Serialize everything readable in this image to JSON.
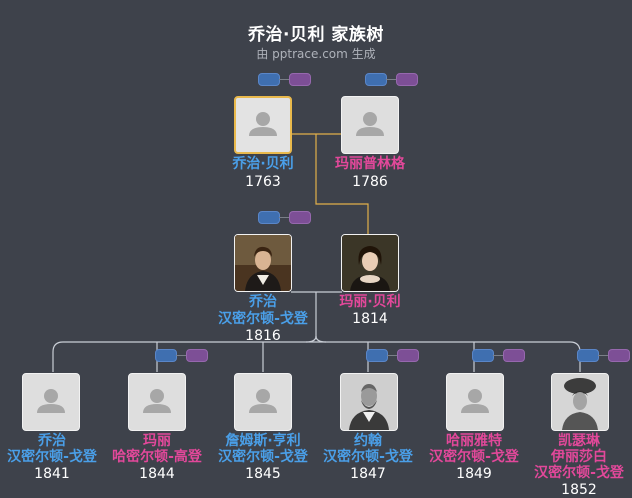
{
  "header": {
    "title": "乔治·贝利 家族树",
    "subtitle": "由 pptrace.com 生成"
  },
  "colors": {
    "background": "#3e424b",
    "male_name": "#4a9fe8",
    "female_name": "#e2489a",
    "selected_border": "#e9b94c",
    "link_line": "#c9ced6"
  },
  "people": {
    "george_bailey_1763": {
      "name": [
        "乔治·贝利"
      ],
      "year": "1763",
      "gender": "male",
      "photo": "placeholder",
      "selected": true
    },
    "mary_prowling_1786": {
      "name": [
        "玛丽普林格"
      ],
      "year": "1786",
      "gender": "female",
      "photo": "placeholder"
    },
    "george_hamilton_gordon_1816": {
      "name": [
        "乔治",
        "汉密尔顿-戈登"
      ],
      "year": "1816",
      "gender": "male",
      "photo": "portrait-man"
    },
    "mary_bailey_1814": {
      "name": [
        "玛丽·贝利"
      ],
      "year": "1814",
      "gender": "female",
      "photo": "portrait-woman"
    },
    "george_1841": {
      "name": [
        "乔治",
        "汉密尔顿-戈登"
      ],
      "year": "1841",
      "gender": "male",
      "photo": "placeholder"
    },
    "mary_1844": {
      "name": [
        "玛丽",
        "哈密尔顿-高登"
      ],
      "year": "1844",
      "gender": "female",
      "photo": "placeholder"
    },
    "james_henry_1845": {
      "name": [
        "詹姆斯·亨利",
        "汉密尔顿-戈登"
      ],
      "year": "1845",
      "gender": "male",
      "photo": "placeholder"
    },
    "john_1847": {
      "name": [
        "约翰",
        "汉密尔顿-戈登"
      ],
      "year": "1847",
      "gender": "male",
      "photo": "portrait-bw-man"
    },
    "harriet_1849": {
      "name": [
        "哈丽雅特",
        "汉密尔顿-戈登"
      ],
      "year": "1849",
      "gender": "female",
      "photo": "placeholder"
    },
    "catherine_1852": {
      "name": [
        "凯瑟琳",
        "伊丽莎白",
        "汉密尔顿-戈登"
      ],
      "year": "1852",
      "gender": "female",
      "photo": "portrait-bw-woman"
    }
  }
}
